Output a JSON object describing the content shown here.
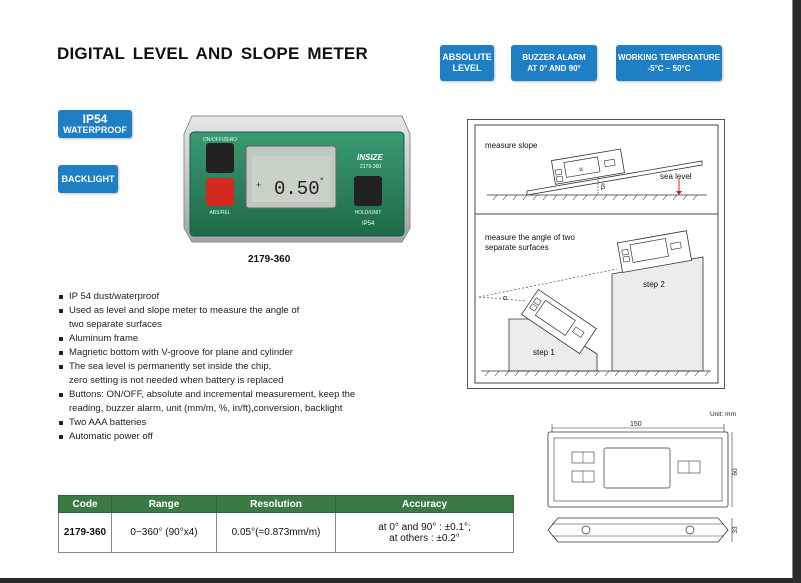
{
  "title": "DIGITAL  LEVEL  AND SLOPE METER",
  "badges": {
    "absolute": [
      "ABSOLUTE",
      "LEVEL"
    ],
    "buzzer": [
      "BUZZER ALARM",
      "AT 0° AND 90°"
    ],
    "temperature": [
      "WORKING TEMPERATURE",
      "-5°C ~ 50°C"
    ],
    "ip": [
      "IP54",
      "WATERPROOF"
    ],
    "backlight": "BACKLIGHT"
  },
  "product": {
    "model": "2179-360",
    "brand": "INSIZE",
    "display_value": "0.50",
    "unit_symbol": "°",
    "ip_label": "IP54",
    "button_labels": [
      "ON/OFF/ZERO",
      "ABS/REL",
      "HOLD/UNIT"
    ],
    "body_color": "#2e7f5c"
  },
  "features": [
    "IP 54 dust/waterproof",
    "Used as level and slope meter to measure the angle of",
    "two separate surfaces",
    "Aluminum frame",
    "Magnetic bottom with V-groove for plane and cylinder",
    "The sea level is permanently set inside the chip,",
    "zero setting is not needed when battery is replaced",
    "Buttons: ON/OFF, absolute and incremental measurement, keep the",
    "reading, buzzer alarm, unit (mm/m, %, in/ft),conversion, backlight",
    "Two AAA batteries",
    "Automatic power off"
  ],
  "feature_bullets": [
    true,
    true,
    false,
    true,
    true,
    true,
    false,
    true,
    false,
    true,
    true
  ],
  "diagram": {
    "top_label": "measure slope",
    "sea_level": "sea  level",
    "beta": "β",
    "alpha": "α",
    "bottom_label_1": "measure the angle of two",
    "bottom_label_2": "separate surfaces",
    "step1": "step 1",
    "step2": "step 2"
  },
  "dims": {
    "unit": "Unit: mm",
    "length": "150",
    "height": "60",
    "depth": "33"
  },
  "table": {
    "headers": [
      "Code",
      "Range",
      "Resolution",
      "Accuracy"
    ],
    "row": {
      "code": "2179-360",
      "range": "0~360° (90°x4)",
      "resolution": "0.05°(=0.873mm/m)",
      "accuracy_1": "at 0° and 90° : ±0.1°;",
      "accuracy_2": "at others : ±0.2°"
    }
  },
  "colors": {
    "badge_blue": "#1e7fc4",
    "table_header_green": "#3c7a45",
    "product_green": "#2e7f5c"
  }
}
